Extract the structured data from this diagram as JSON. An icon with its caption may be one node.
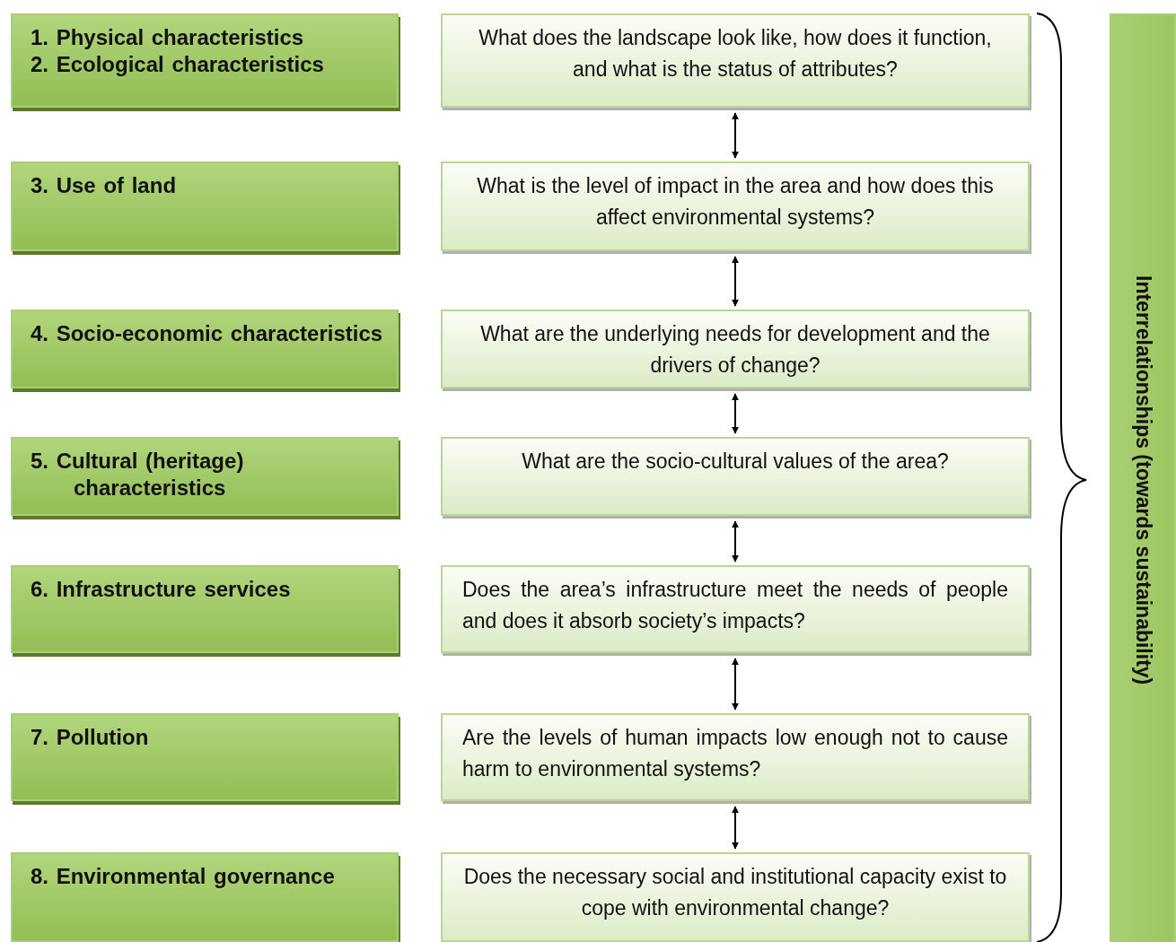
{
  "diagram": {
    "nodes": [
      {
        "text": [
          "1. Physical characteristics",
          "2. Ecological characteristics"
        ]
      },
      {
        "text": [
          "What does the landscape look like, how does it function, and what is the status of attributes?"
        ]
      },
      {
        "text": [
          "3. Use of land"
        ]
      },
      {
        "text": [
          "What is the level of impact in the area and how does this affect environmental systems?"
        ]
      },
      {
        "text": [
          "4. Socio-economic characteristics"
        ]
      },
      {
        "text": [
          "What are the underlying needs for development and the drivers of change?"
        ]
      },
      {
        "text": [
          "5. Cultural (heritage) characteristics"
        ]
      },
      {
        "text": [
          "What are the socio-cultural values of the area?"
        ]
      },
      {
        "text": [
          "6. Infrastructure services"
        ]
      },
      {
        "text": [
          "Does the area’s infrastructure meet the needs of people and does it absorb society’s impacts?"
        ]
      },
      {
        "text": [
          "7. Pollution"
        ]
      },
      {
        "text": [
          "Are the levels of human impacts low enough not to cause harm to environmental systems?"
        ]
      },
      {
        "text": [
          "8. Environmental governance"
        ]
      },
      {
        "text": [
          "Does the necessary social and institutional capacity exist to cope with environmental change?"
        ]
      },
      {
        "text": [
          "Interrelationships (towards sustainability)"
        ]
      }
    ],
    "edges": [
      {
        "from": 1,
        "to": 3,
        "arrow": "both"
      },
      {
        "from": 3,
        "to": 5,
        "arrow": "both"
      },
      {
        "from": 5,
        "to": 7,
        "arrow": "both"
      },
      {
        "from": 7,
        "to": 9,
        "arrow": "both"
      },
      {
        "from": 9,
        "to": 11,
        "arrow": "both"
      },
      {
        "from": 11,
        "to": 13,
        "arrow": "both"
      }
    ]
  }
}
